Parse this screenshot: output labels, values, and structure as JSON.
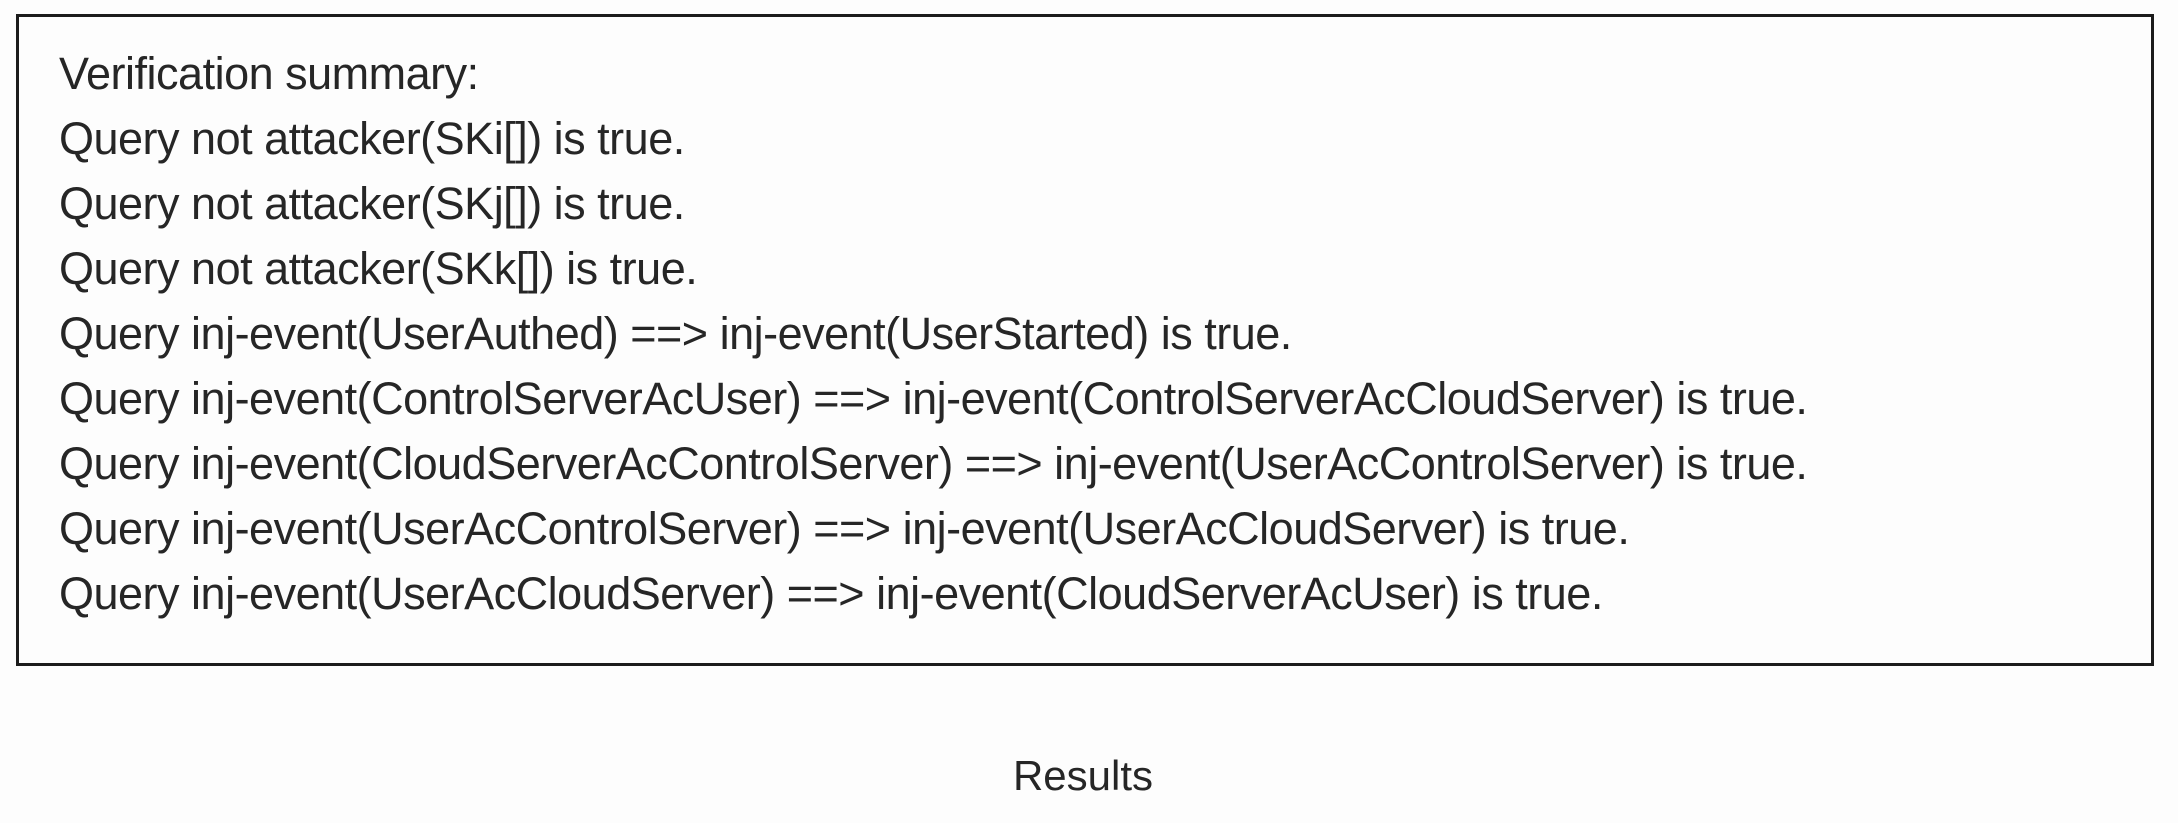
{
  "verification_box": {
    "lines": [
      "Verification summary:",
      "Query not attacker(SKi[]) is true.",
      "Query not attacker(SKj[]) is true.",
      "Query not attacker(SKk[]) is true.",
      "Query inj-event(UserAuthed) ==> inj-event(UserStarted) is true.",
      "Query inj-event(ControlServerAcUser) ==> inj-event(ControlServerAcCloudServer) is true.",
      "Query inj-event(CloudServerAcControlServer) ==> inj-event(UserAcControlServer) is true.",
      "Query inj-event(UserAcControlServer) ==> inj-event(UserAcCloudServer) is true.",
      "Query inj-event(UserAcCloudServer) ==> inj-event(CloudServerAcUser) is true."
    ]
  },
  "caption": {
    "label": "Results"
  },
  "colors": {
    "text": "#262626",
    "border": "#1c1c1c",
    "background": "#fdfdfd"
  }
}
